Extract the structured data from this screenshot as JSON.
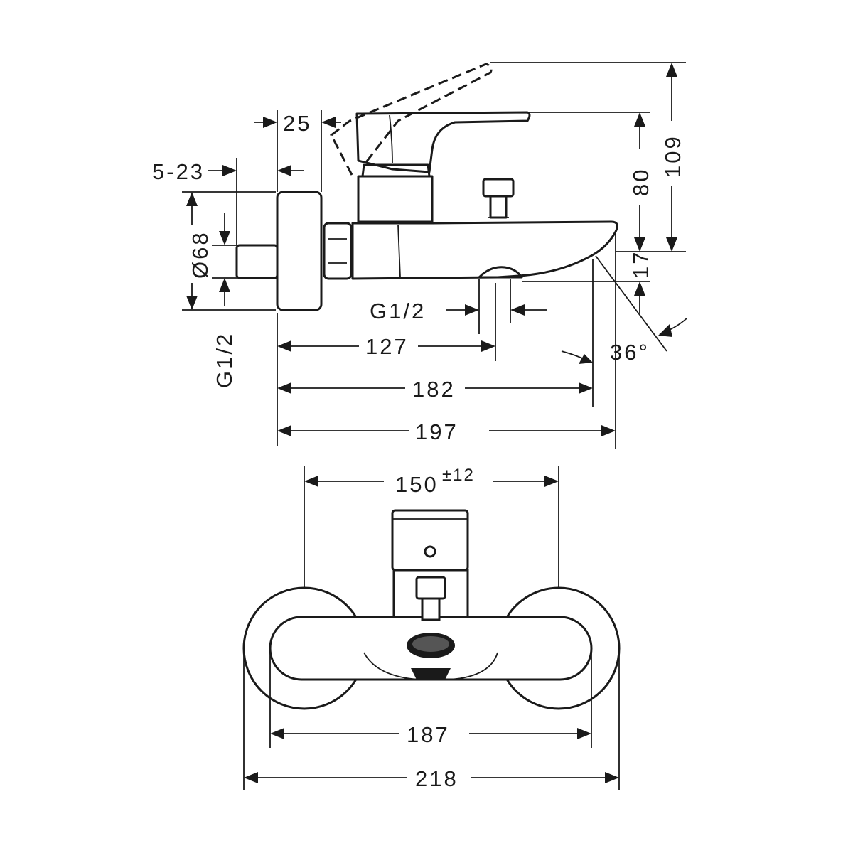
{
  "side_view": {
    "dimensions": {
      "d_5_23": "5-23",
      "d_25": "25",
      "d_dia68": "Ø68",
      "d_g12_left": "G1/2",
      "d_g12_outlet": "G1/2",
      "d_127": "127",
      "d_182": "182",
      "d_197": "197",
      "d_80": "80",
      "d_109": "109",
      "d_17": "17",
      "d_36deg": "36°"
    }
  },
  "front_view": {
    "dimensions": {
      "d_150": "150",
      "d_150_tol": "±12",
      "d_187": "187",
      "d_218": "218"
    }
  }
}
